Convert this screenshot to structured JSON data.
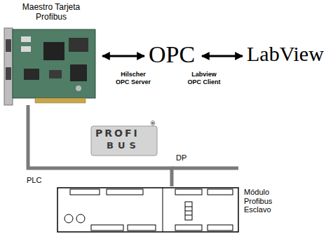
{
  "diagram": {
    "nodes": [
      {
        "text": [
          "Maestro Tarjeta Profibus"
        ]
      },
      {
        "text": [
          "OPC"
        ]
      },
      {
        "text": [
          "LabView"
        ]
      },
      {
        "text": [
          "PLC",
          "Módulo Profibus Esclavo"
        ]
      }
    ],
    "edges": [
      {
        "from": 0,
        "to": 1,
        "arrow": "both",
        "label": "Hilscher OPC Server"
      },
      {
        "from": 1,
        "to": 2,
        "arrow": "both",
        "label": "Labview OPC Client"
      },
      {
        "from": 0,
        "to": 3,
        "arrow": "none",
        "label": "DP"
      }
    ],
    "labels": [
      "PROFI",
      "BUS",
      "®"
    ]
  }
}
